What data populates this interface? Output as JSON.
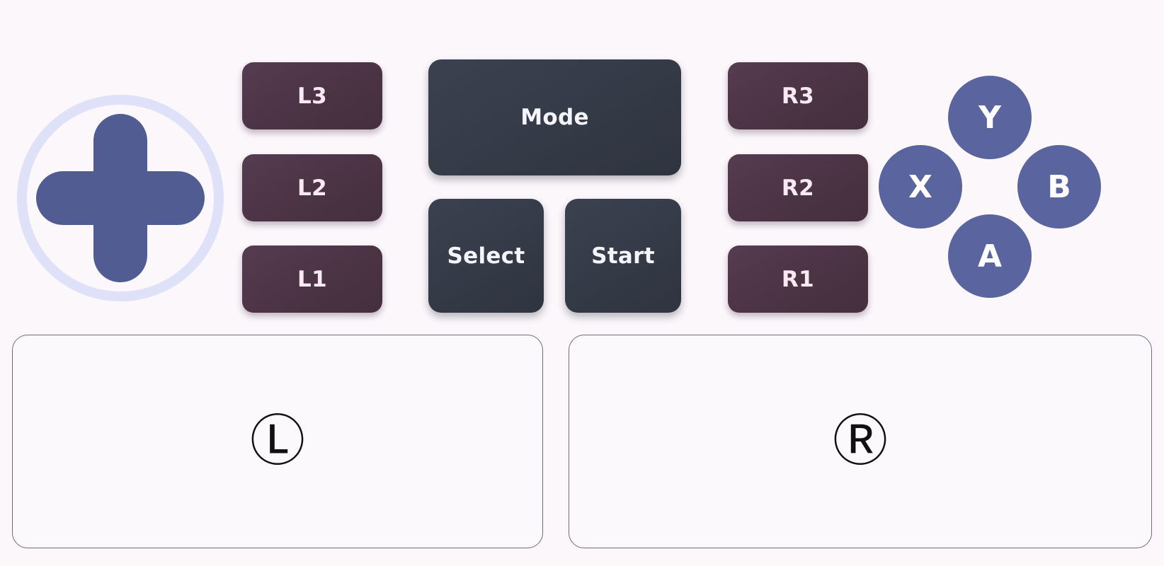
{
  "app": {
    "name": "virtual-gamepad-overlay",
    "background_color": "#fbf7fb"
  },
  "colors": {
    "background": "#fbf7fb",
    "dpad_ring": "#dee1f8",
    "dpad_cross": "#515d92",
    "shoulder_button_bg": "#4a3343",
    "shoulder_button_text": "#f8e9f3",
    "center_button_bg": "#343a46",
    "center_button_text": "#f4f4fb",
    "face_button_bg": "#5a649e",
    "face_button_text": "#ffffff",
    "panel_border": "#6e6b7c",
    "panel_bg": "#fcf9fd",
    "panel_glyph": "#111111"
  },
  "dpad": {
    "name": "directional-pad",
    "shape": "cross",
    "directions": [
      "up",
      "right",
      "down",
      "left"
    ]
  },
  "left_shoulder_buttons": [
    {
      "id": "l3",
      "label": "L3"
    },
    {
      "id": "l2",
      "label": "L2"
    },
    {
      "id": "l1",
      "label": "L1"
    }
  ],
  "right_shoulder_buttons": [
    {
      "id": "r3",
      "label": "R3"
    },
    {
      "id": "r2",
      "label": "R2"
    },
    {
      "id": "r1",
      "label": "R1"
    }
  ],
  "center_buttons": {
    "mode": {
      "id": "mode",
      "label": "Mode"
    },
    "select": {
      "id": "select",
      "label": "Select"
    },
    "start": {
      "id": "start",
      "label": "Start"
    }
  },
  "face_buttons": [
    {
      "id": "y",
      "label": "Y",
      "position": "top"
    },
    {
      "id": "x",
      "label": "X",
      "position": "left"
    },
    {
      "id": "b",
      "label": "B",
      "position": "right"
    },
    {
      "id": "a",
      "label": "A",
      "position": "bottom"
    }
  ],
  "touch_panels": [
    {
      "id": "left-stick-pad",
      "glyph": "Ⓛ",
      "icon_name": "circled-l-icon"
    },
    {
      "id": "right-stick-pad",
      "glyph": "Ⓡ",
      "icon_name": "circled-r-icon"
    }
  ]
}
